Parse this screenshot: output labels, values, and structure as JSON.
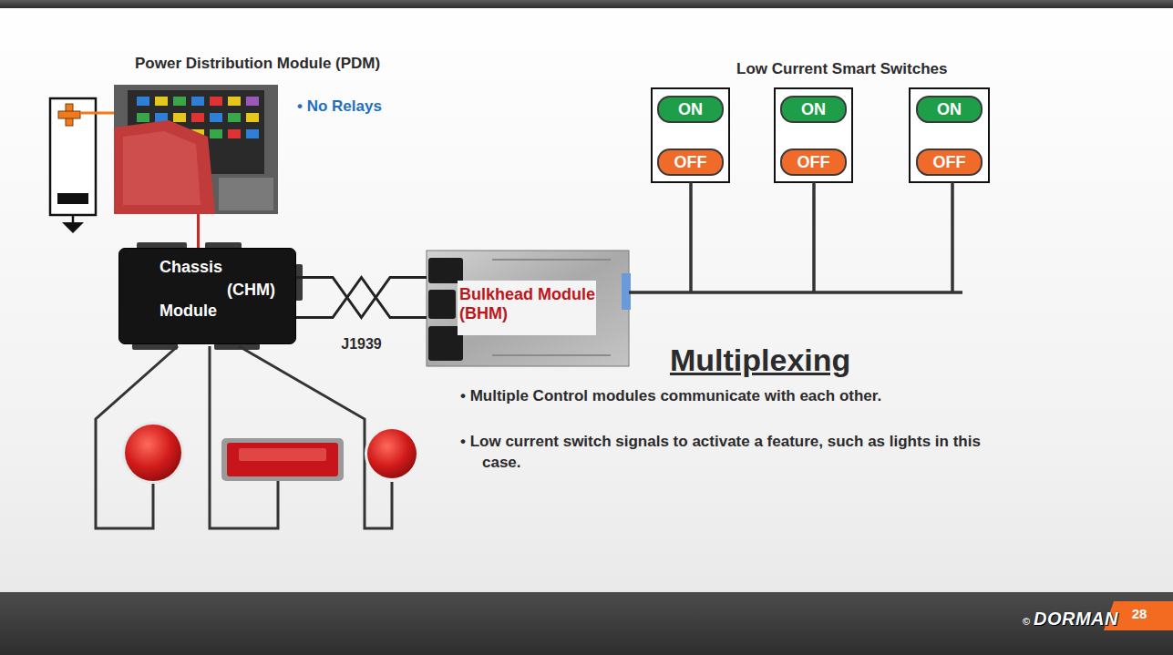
{
  "diagram": {
    "nodes": [
      {
        "text": [
          "Power Distribution Module (PDM)"
        ]
      },
      {
        "text": [
          "Chassis",
          "(CHM)",
          "Module"
        ]
      },
      {
        "text": [
          "Bulkhead Module (BHM)"
        ]
      },
      {
        "text": [
          "ON"
        ]
      },
      {
        "text": [
          "OFF"
        ]
      },
      {
        "text": [
          "ON"
        ]
      },
      {
        "text": [
          "OFF"
        ]
      },
      {
        "text": [
          "ON"
        ]
      },
      {
        "text": [
          "OFF"
        ]
      }
    ],
    "edges": [
      {
        "from": 0,
        "to": 1,
        "arrow": "none"
      },
      {
        "from": 1,
        "to": 2,
        "label": "J1939",
        "arrow": "none"
      }
    ],
    "labels": [
      "• No Relays",
      "Low Current Smart Switches",
      "Multiplexing",
      "• Multiple Control modules communicate with each other.",
      "• Low current switch signals to activate a feature, such as lights in this case.",
      "©",
      "DORMAN",
      "28"
    ]
  }
}
